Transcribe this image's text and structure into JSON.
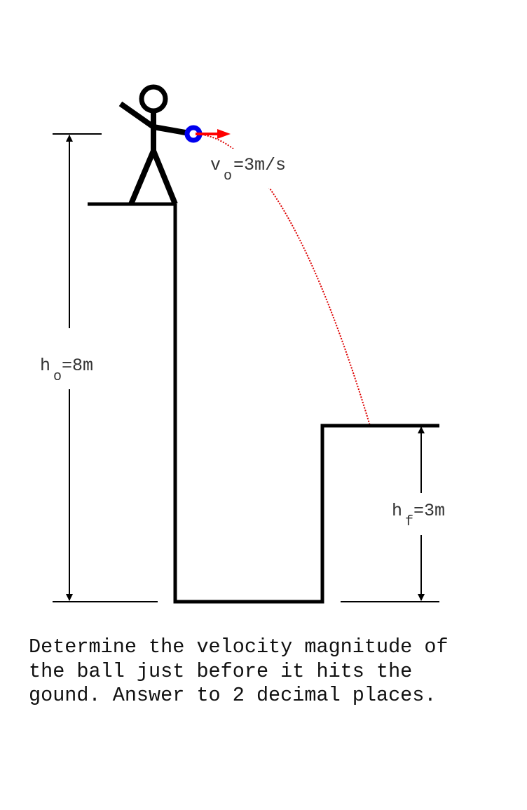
{
  "labels": {
    "v0": {
      "main": "v",
      "sub": "o",
      "rest": "=3m/s"
    },
    "h0": {
      "main": "h",
      "sub": "o",
      "rest": "=8m"
    },
    "hf": {
      "main": "h",
      "sub": "f",
      "rest": "=3m"
    }
  },
  "question": {
    "lines": [
      "Determine the velocity magnitude of",
      "the ball just before it hits the",
      "gound. Answer to 2 decimal places."
    ]
  },
  "colors": {
    "ball": "#0000ee",
    "velocity_arrow": "#ff0000",
    "trajectory": "#dd0000",
    "structure": "#000000"
  }
}
